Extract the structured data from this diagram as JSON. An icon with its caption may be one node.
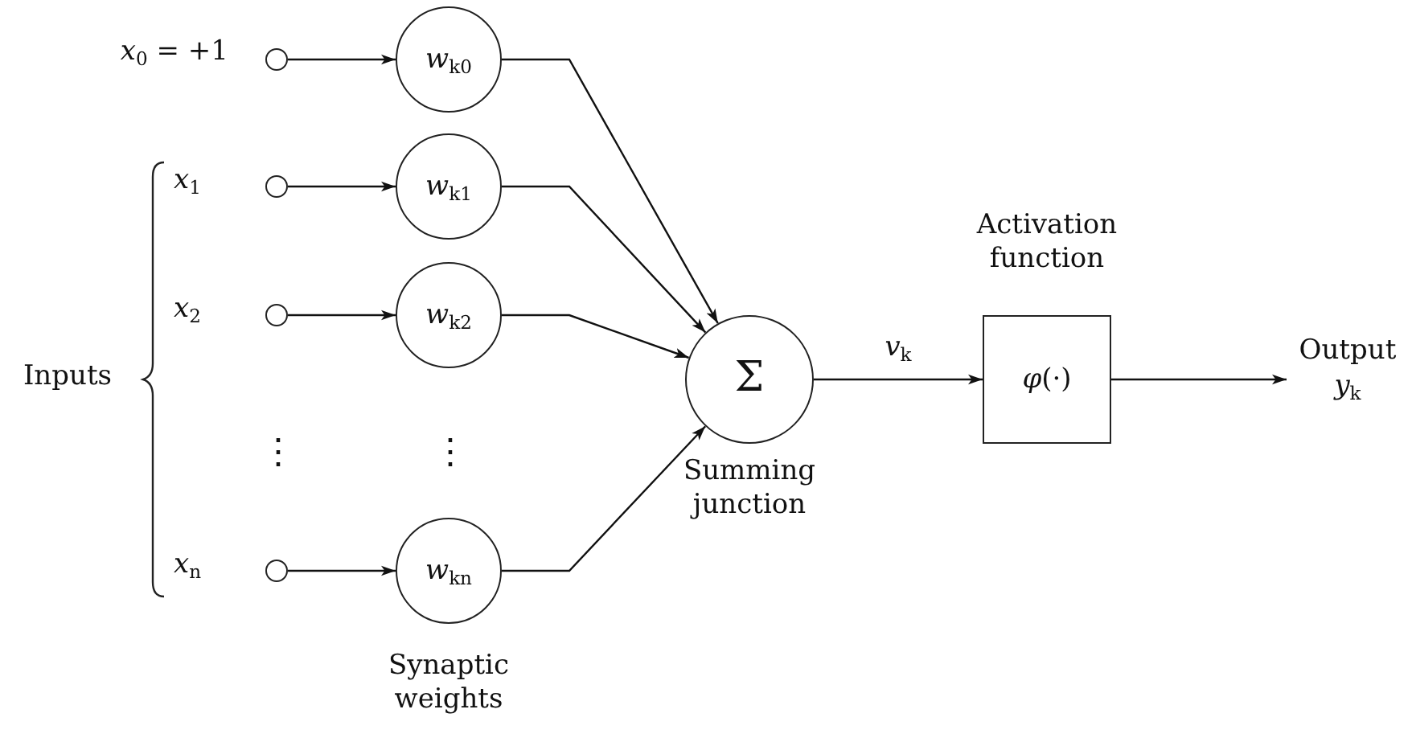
{
  "diagram": {
    "nodes": [
      {
        "text": [],
        "shape": "circle",
        "beside": [
          "*x*$_{0}$ = +1"
        ]
      },
      {
        "text": [
          "*w*$_{k0}$"
        ]
      },
      {
        "text": [],
        "shape": "circle",
        "beside": [
          "*x*$_{1}$"
        ]
      },
      {
        "text": [
          "*w*$_{k1}$"
        ]
      },
      {
        "text": [],
        "shape": "circle",
        "beside": [
          "*x*$_{2}$"
        ]
      },
      {
        "text": [
          "*w*$_{k2}$"
        ]
      },
      {
        "text": [],
        "shape": "circle",
        "beside": [
          "*x*$_{n}$"
        ]
      },
      {
        "text": [
          "*w*$_{kn}$"
        ]
      },
      {
        "text": [
          "Σ"
        ],
        "beside": [
          "Summing junction"
        ]
      },
      {
        "text": [
          "*φ*(·)"
        ],
        "beside": [
          "Activation function"
        ]
      },
      {
        "text": [
          "Output",
          "*y*$_{k}$"
        ]
      }
    ],
    "edges": [
      {
        "from": 0,
        "to": 1,
        "arrow": "to"
      },
      {
        "from": 2,
        "to": 3,
        "arrow": "to"
      },
      {
        "from": 4,
        "to": 5,
        "arrow": "to"
      },
      {
        "from": 6,
        "to": 7,
        "arrow": "to"
      },
      {
        "from": 1,
        "to": 8,
        "arrow": "to"
      },
      {
        "from": 3,
        "to": 8,
        "arrow": "to"
      },
      {
        "from": 5,
        "to": 8,
        "arrow": "to"
      },
      {
        "from": 7,
        "to": 8,
        "arrow": "to"
      },
      {
        "from": 8,
        "to": 9,
        "arrow": "to",
        "label": "*v*$_{k}$"
      },
      {
        "from": 9,
        "to": 10,
        "arrow": "to"
      }
    ],
    "labels": [
      "Inputs",
      "⋮",
      "⋮",
      "Synaptic weights"
    ]
  }
}
